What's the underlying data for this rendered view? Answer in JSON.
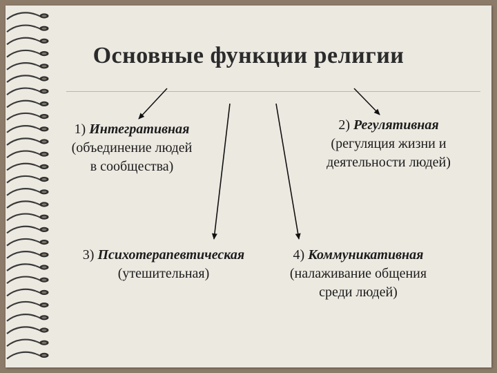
{
  "title": "Основные функции религии",
  "functions": [
    {
      "num": "1)",
      "name": "Интегративная",
      "desc_lines": [
        "(объединение людей",
        "в сообщества)"
      ]
    },
    {
      "num": "2)",
      "name": "Регулятивная",
      "desc_lines": [
        "(регуляция жизни и",
        "деятельности людей)"
      ]
    },
    {
      "num": "3)",
      "name": "Психотерапевтическая",
      "desc_lines": [
        "(утешительная)"
      ]
    },
    {
      "num": "4)",
      "name": "Коммуникативная",
      "desc_lines": [
        "(налаживание общения",
        "среди людей)"
      ]
    }
  ]
}
